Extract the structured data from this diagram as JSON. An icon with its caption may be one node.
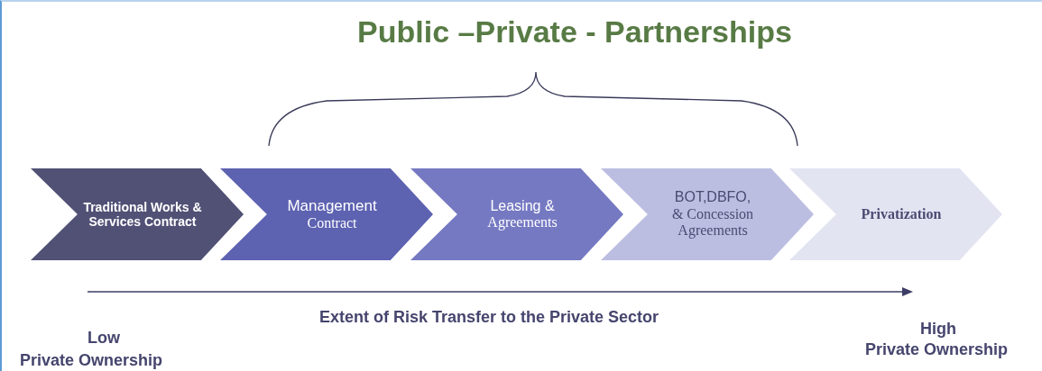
{
  "diagram": {
    "title": "Public –Private - Partnerships",
    "nodes": [
      {
        "text": [
          "Traditional Works & Services Contract"
        ]
      },
      {
        "text": [
          "Management",
          "Contract"
        ]
      },
      {
        "text": [
          "Leasing &",
          "Agreements"
        ]
      },
      {
        "text": [
          "BOT,DBFO,",
          "& Concession Agreements"
        ]
      },
      {
        "text": [
          "Privatization"
        ]
      }
    ],
    "labels": [
      "Extent of Risk Transfer to the Private Sector",
      "Low",
      "Private Ownership",
      "High",
      "Private Ownership"
    ]
  }
}
